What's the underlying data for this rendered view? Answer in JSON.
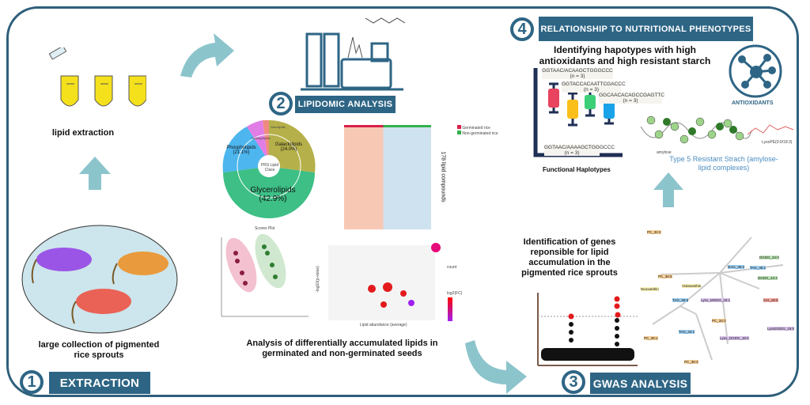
{
  "steps": [
    {
      "number": "1",
      "label": "EXTRACTION"
    },
    {
      "number": "2",
      "label": "LIPIDOMIC ANALYSIS"
    },
    {
      "number": "3",
      "label": "GWAS ANALYSIS"
    },
    {
      "number": "4",
      "label": "RELATIONSHIP TO NUTRITIONAL PHENOTYPES"
    }
  ],
  "extraction": {
    "tubes_caption": "lipid extraction",
    "sprouts_caption": "large  collection of pigmented rice sprouts"
  },
  "lipidomic": {
    "donut_center": "PRS Lipid Class",
    "classes": [
      {
        "name": "Glycerolipids",
        "pct": "(42.9%)",
        "color": "#3dbf86"
      },
      {
        "name": "Galactolipids",
        "pct": "(24.0%)",
        "color": "#b6b04a"
      },
      {
        "name": "Phospholipids",
        "pct": "(21.1%)",
        "color": "#4db6ee"
      },
      {
        "name": "Sphingolipids",
        "pct": "",
        "color": "#e07ee6"
      },
      {
        "name": "Sterolipids",
        "pct": "",
        "color": "#f08a80"
      }
    ],
    "heatmap_label": "178 lipid compounds",
    "heatmap_legend": [
      "Germinated rice",
      "Non-germinated rice"
    ],
    "scores_title": "Scores Plot",
    "bubble_legend_count": "count",
    "bubble_legend_fc": "log2(FC)",
    "bubble_xlabel": "Lipid abundance (average)",
    "bubble_ylabel": "-log10(p-value)",
    "caption": "Analysis of differentially accumulated lipids in germinated and non-germinated seeds"
  },
  "gwas": {
    "caption": "Identification of genes reponsible for lipid accumulation in the pigmented rice sprouts",
    "network_nodes": [
      "PC_32:2",
      "PC_36:5",
      "DAG_36:3",
      "TAG_46:1",
      "DGDG_34:4",
      "Violaxanthin",
      "Neoxanthin",
      "Cer_18:0",
      "Lyso_MGDG_18:1",
      "TAG_56:6",
      "DGDG_34:0",
      "PC_34:3",
      "PC_36:1",
      "TAG_34:2",
      "Lyso_DGDG_18:0",
      "LysoDGDG_18:0",
      "PC_36:3"
    ]
  },
  "phenotypes": {
    "title": "Identifying hapotypes with high antioxidants and high resistant starch",
    "haplotypes": [
      {
        "seq": "GGTAAC/ACAAGCTGGGCCC",
        "n": "(n = 3)",
        "color": "#e8435f"
      },
      {
        "seq": "GGTAAC/AAAAGCTGGGCCC",
        "n": "(n = 3)",
        "color": "#fbbf1a"
      },
      {
        "seq": "GGTACCACAATTCGACCC",
        "n": "(n = 3)",
        "color": "#3ccf78"
      },
      {
        "seq": "GGCAACACAGCCGAGTTC",
        "n": "(n = 3)",
        "color": "#1aa3e8"
      }
    ],
    "haplotypes_label": "Functional Haplotypes",
    "antioxidants_label": "ANTIOXIDANTS",
    "amylose_label": "amylose",
    "lipid_label": "LysoPE(0:0/18:3)",
    "starch_caption": "Type 5 Resistant Strach (amylose-lipid complexes)"
  },
  "colors": {
    "primary": "#2e6585",
    "arrow": "#8cc4cc",
    "frame": "#2e5f7b"
  }
}
